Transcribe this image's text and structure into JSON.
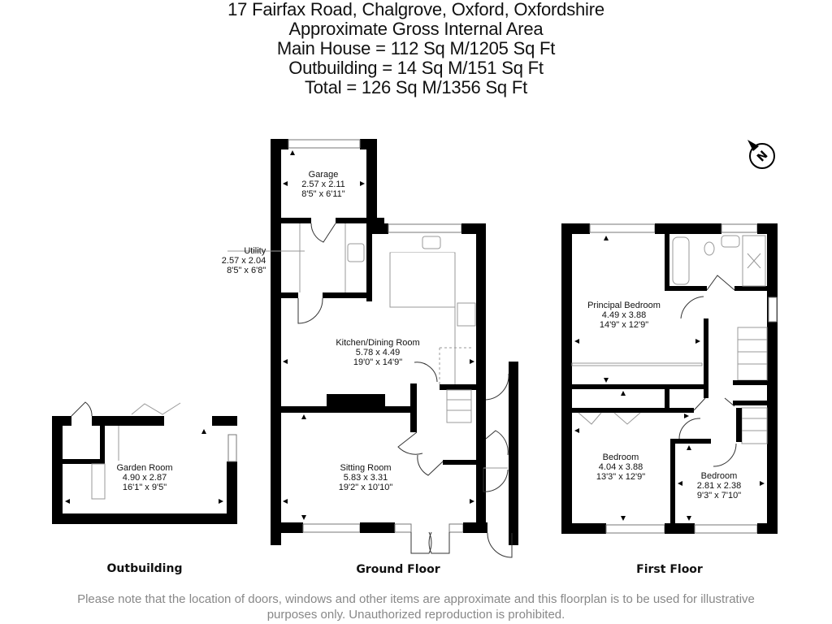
{
  "header": {
    "address": "17 Fairfax Road, Chalgrove, Oxford, Oxfordshire",
    "subtitle": "Approximate Gross Internal Area",
    "main_house": "Main House = 112 Sq M/1205 Sq Ft",
    "outbuilding": "Outbuilding = 14 Sq M/151 Sq Ft",
    "total": "Total = 126 Sq M/1356 Sq Ft"
  },
  "compass": {
    "icon": "north-arrow-icon",
    "label": "N"
  },
  "floors": [
    {
      "name": "Outbuilding",
      "rooms": [
        {
          "name": "Garden Room",
          "metric": "4.90 x 2.87",
          "imperial": "16'1\" x 9'5\""
        }
      ]
    },
    {
      "name": "Ground Floor",
      "rooms": [
        {
          "name": "Garage",
          "metric": "2.57 x 2.11",
          "imperial": "8'5\" x 6'11\""
        },
        {
          "name": "Utility",
          "metric": "2.57 x 2.04",
          "imperial": "8'5\" x 6'8\""
        },
        {
          "name": "Kitchen/Dining Room",
          "metric": "5.78 x 4.49",
          "imperial": "19'0\" x 14'9\""
        },
        {
          "name": "Sitting Room",
          "metric": "5.83 x 3.31",
          "imperial": "19'2\" x 10'10\""
        }
      ]
    },
    {
      "name": "First Floor",
      "rooms": [
        {
          "name": "Principal Bedroom",
          "metric": "4.49 x 3.88",
          "imperial": "14'9\" x 12'9\""
        },
        {
          "name": "Bedroom",
          "metric": "4.04 x 3.88",
          "imperial": "13'3\" x 12'9\""
        },
        {
          "name": "Bedroom",
          "metric": "2.81 x 2.38",
          "imperial": "9'3\" x 7'10\""
        }
      ]
    }
  ],
  "footer": {
    "line1": "Please note that the location of doors, windows and other items are approximate and this floorplan is to be used for illustrative",
    "line2": "purposes only. Unauthorized reproduction is prohibited."
  }
}
